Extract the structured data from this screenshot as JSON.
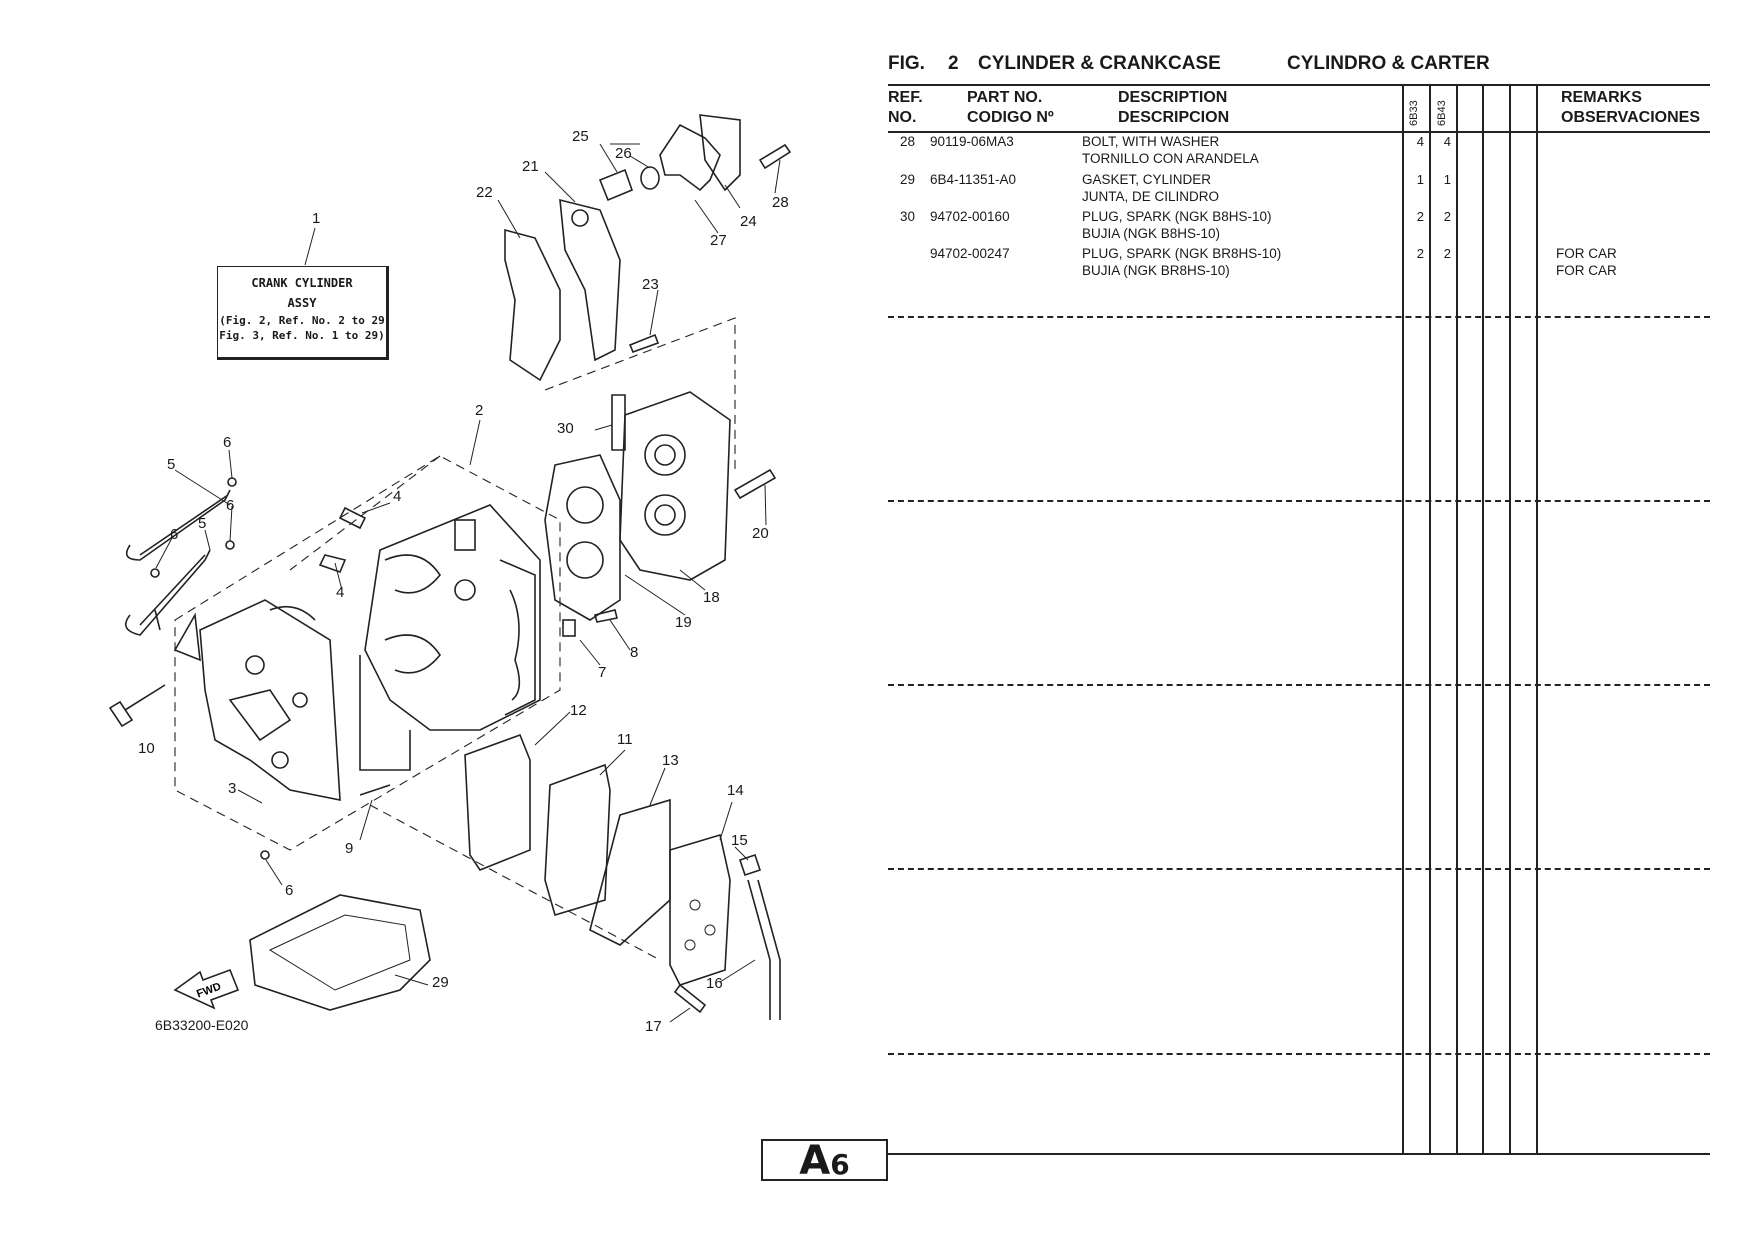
{
  "diagram": {
    "assy_note": {
      "line1": "CRANK  CYLINDER",
      "line2": "ASSY",
      "line3": "(Fig. 2, Ref. No. 2 to 29",
      "line4": "Fig. 3, Ref. No. 1 to 29)"
    },
    "code": "6B33200-E020",
    "fwd_label": "FWD",
    "callouts": [
      "1",
      "2",
      "3",
      "4",
      "4",
      "5",
      "5",
      "6",
      "6",
      "6",
      "6",
      "7",
      "8",
      "9",
      "10",
      "11",
      "12",
      "13",
      "14",
      "15",
      "16",
      "17",
      "18",
      "19",
      "20",
      "21",
      "22",
      "23",
      "24",
      "25",
      "26",
      "27",
      "28",
      "29",
      "30"
    ]
  },
  "table": {
    "fig_label": "FIG.",
    "fig_no": "2",
    "title_en": "CYLINDER & CRANKCASE",
    "title_es": "CYLINDRO & CARTER",
    "headers": {
      "ref_1": "REF.",
      "ref_2": "NO.",
      "part_1": "PART NO.",
      "part_2": "CODIGO Nº",
      "desc_1": "DESCRIPTION",
      "desc_2": "DESCRIPCION",
      "model_1": "6B33",
      "model_2": "6B43",
      "remarks_1": "REMARKS",
      "remarks_2": "OBSERVACIONES"
    },
    "rows": [
      {
        "ref": "28",
        "part": "90119-06MA3",
        "desc_en": "BOLT, WITH WASHER",
        "desc_es": "TORNILLO CON ARANDELA",
        "q1": "4",
        "q2": "4",
        "rem1": "",
        "rem2": ""
      },
      {
        "ref": "29",
        "part": "6B4-11351-A0",
        "desc_en": "GASKET, CYLINDER",
        "desc_es": "JUNTA, DE CILINDRO",
        "q1": "1",
        "q2": "1",
        "rem1": "",
        "rem2": ""
      },
      {
        "ref": "30",
        "part": "94702-00160",
        "desc_en": "PLUG, SPARK (NGK B8HS-10)",
        "desc_es": "BUJIA (NGK B8HS-10)",
        "q1": "2",
        "q2": "2",
        "rem1": "",
        "rem2": ""
      },
      {
        "ref": "",
        "part": "94702-00247",
        "desc_en": "PLUG, SPARK (NGK BR8HS-10)",
        "desc_es": "BUJIA (NGK BR8HS-10)",
        "q1": "2",
        "q2": "2",
        "rem1": "FOR CAR",
        "rem2": "FOR CAR"
      }
    ]
  },
  "page_label": {
    "letter": "A",
    "number": "6"
  }
}
